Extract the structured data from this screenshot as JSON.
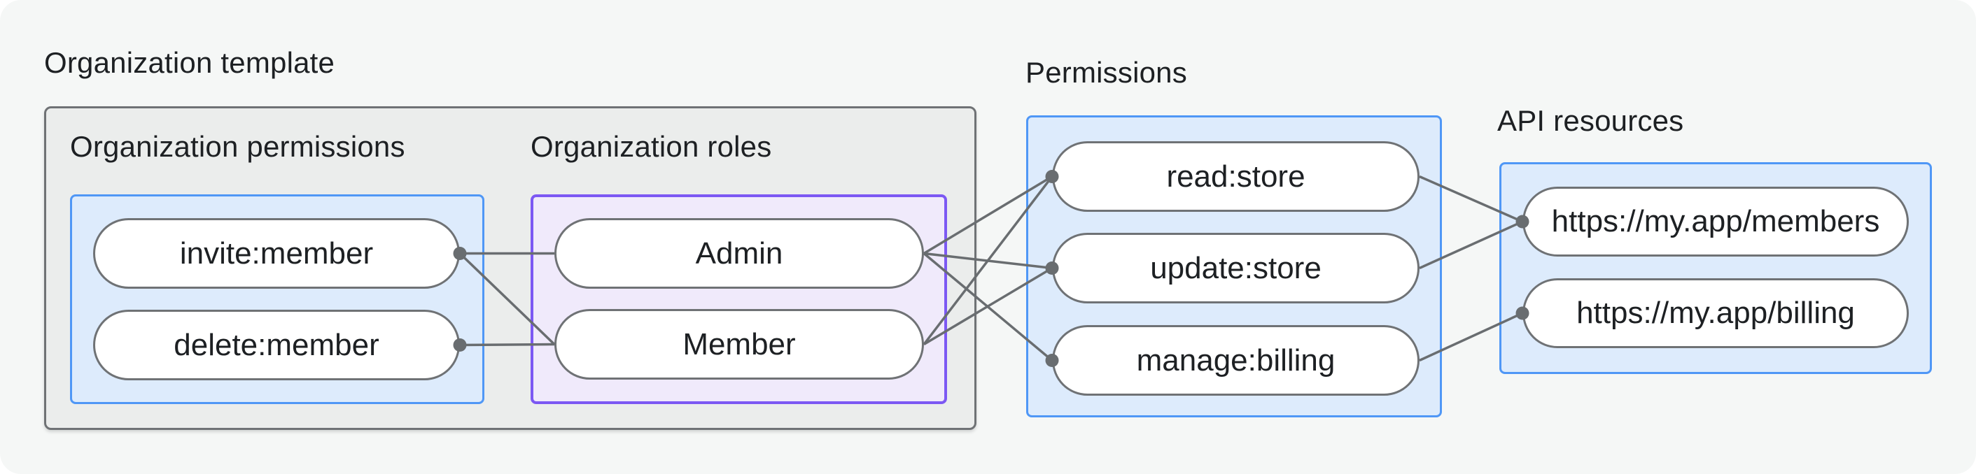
{
  "diagram": {
    "title": "Organization template",
    "sections": {
      "orgPermissions": {
        "label": "Organization permissions",
        "nodes": {
          "invite": "invite:member",
          "delete": "delete:member"
        }
      },
      "orgRoles": {
        "label": "Organization roles",
        "nodes": {
          "admin": "Admin",
          "member": "Member"
        }
      },
      "permissions": {
        "label": "Permissions",
        "nodes": {
          "read": "read:store",
          "update": "update:store",
          "manage": "manage:billing"
        }
      },
      "apiResources": {
        "label": "API resources",
        "nodes": {
          "members": "https://my.app/members",
          "billing": "https://my.app/billing"
        }
      }
    },
    "edges": [
      {
        "from": "invite",
        "to": "admin"
      },
      {
        "from": "invite",
        "to": "member"
      },
      {
        "from": "delete",
        "to": "member"
      },
      {
        "from": "admin",
        "to": "read"
      },
      {
        "from": "admin",
        "to": "update"
      },
      {
        "from": "admin",
        "to": "manage"
      },
      {
        "from": "member",
        "to": "read"
      },
      {
        "from": "member",
        "to": "update"
      },
      {
        "from": "read",
        "to": "members"
      },
      {
        "from": "update",
        "to": "members"
      },
      {
        "from": "manage",
        "to": "billing"
      }
    ],
    "dots": [
      {
        "node": "invite",
        "side": "right"
      },
      {
        "node": "delete",
        "side": "right"
      },
      {
        "node": "read",
        "side": "left"
      },
      {
        "node": "update",
        "side": "left"
      },
      {
        "node": "manage",
        "side": "left"
      },
      {
        "node": "members",
        "side": "left"
      },
      {
        "node": "billing",
        "side": "left"
      }
    ],
    "colors": {
      "pageBg": "#f5f7f6",
      "text": "#1d2023",
      "grayFill": "#ebedec",
      "grayBorder": "#6f7275",
      "blueFill": "#ddebfc",
      "blueBorder": "#4f97f6",
      "purpleFill": "#f0eafb",
      "purpleBorder": "#7c58f3",
      "pillFill": "#ffffff",
      "pillBorder": "#6f7275",
      "connector": "#696d70"
    },
    "connectorWidth": 3.5,
    "dotRadius": 9.5
  }
}
